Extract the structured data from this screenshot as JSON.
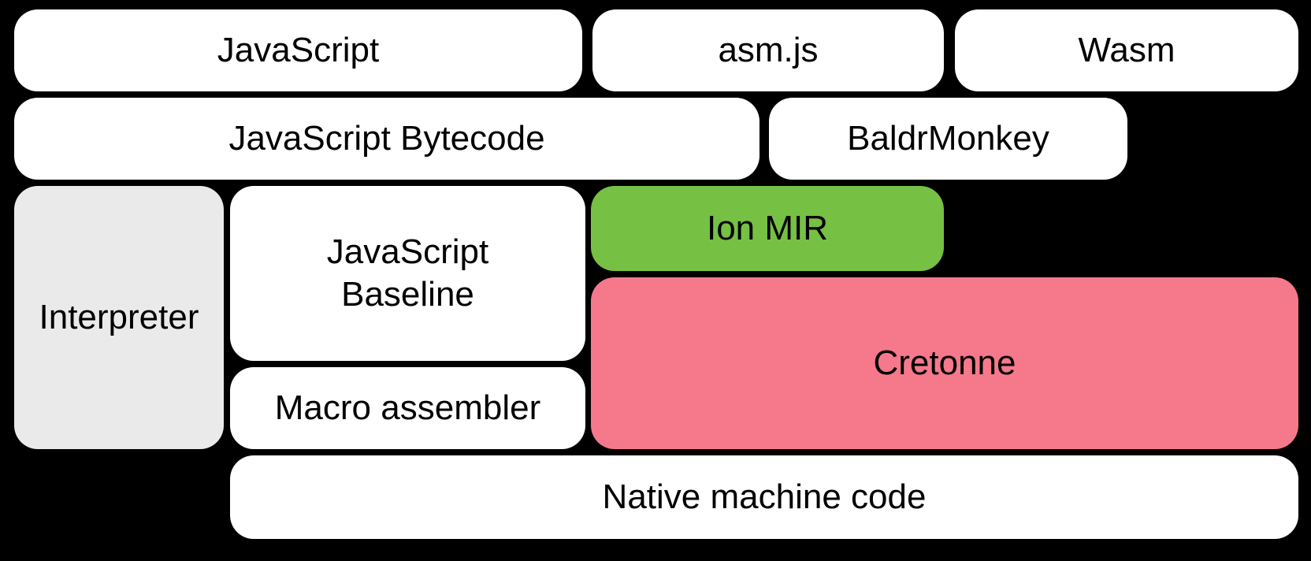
{
  "diagram": {
    "nodes": {
      "javascript": "JavaScript",
      "asm_js": "asm.js",
      "wasm": "Wasm",
      "javascript_bytecode": "JavaScript Bytecode",
      "baldrmonkey": "BaldrMonkey",
      "interpreter": "Interpreter",
      "javascript_baseline_line1": "JavaScript",
      "javascript_baseline_line2": "Baseline",
      "ion_mir": "Ion MIR",
      "cretonne": "Cretonne",
      "macro_assembler": "Macro assembler",
      "native_machine_code": "Native machine code"
    },
    "colors": {
      "background": "#000000",
      "node_fill": "#FFFFFF",
      "interpreter_fill": "#EAEAEA",
      "ion_mir_fill": "#76C043",
      "cretonne_fill": "#F5798B",
      "text": "#000000"
    }
  }
}
